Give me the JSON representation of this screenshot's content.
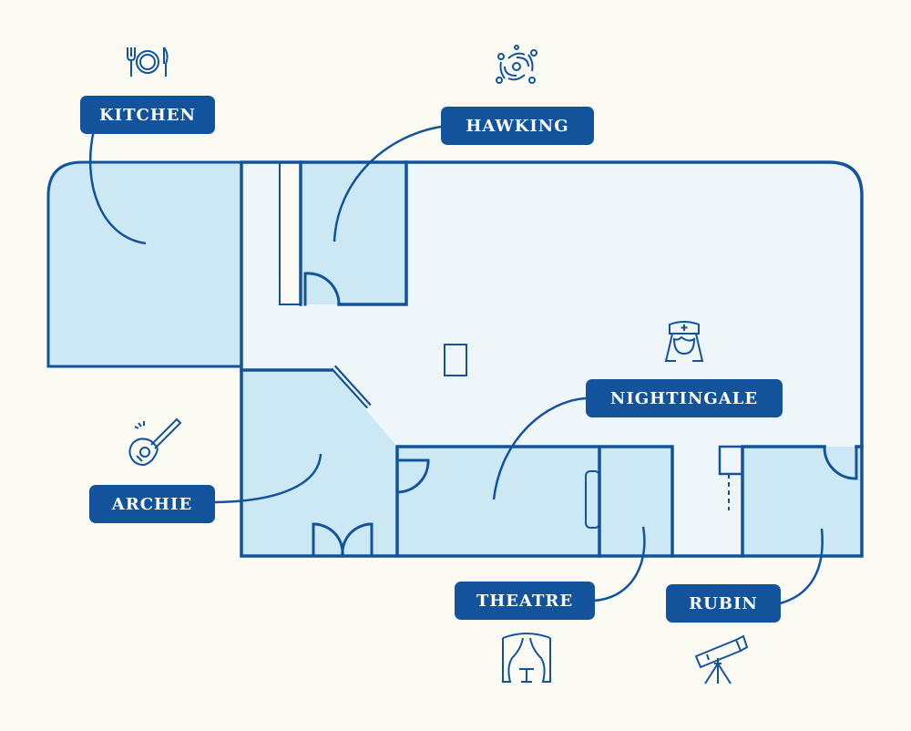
{
  "colors": {
    "background": "#fbfbf4",
    "wall": "#13539c",
    "room_fill": "#cce8f4",
    "hall_fill": "#eef6fa",
    "label_bg": "#13539c",
    "label_text": "#ffffff"
  },
  "rooms": {
    "kitchen": {
      "label": "KITCHEN",
      "icon": "dining-plate-icon"
    },
    "hawking": {
      "label": "HAWKING",
      "icon": "galaxy-orbit-icon"
    },
    "nightingale": {
      "label": "NIGHTINGALE",
      "icon": "nurse-icon"
    },
    "archie": {
      "label": "ARCHIE",
      "icon": "guitar-icon"
    },
    "theatre": {
      "label": "THEATRE",
      "icon": "stage-curtain-icon"
    },
    "rubin": {
      "label": "RUBIN",
      "icon": "telescope-icon"
    }
  }
}
